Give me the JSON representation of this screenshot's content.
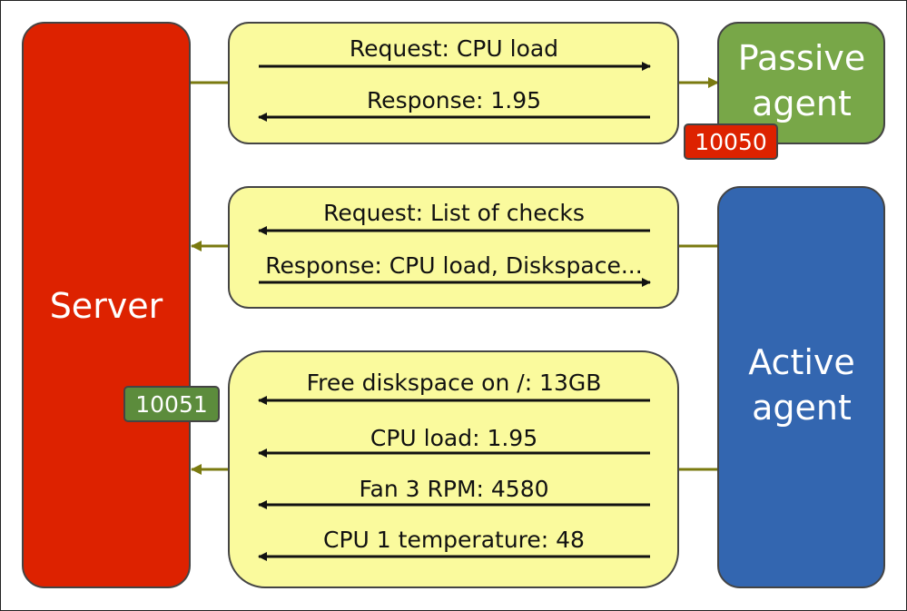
{
  "colors": {
    "server": "#dd2200",
    "passive_agent": "#78a748",
    "active_agent": "#3366b0",
    "message_panel": "#fafa9d",
    "connector": "#7a7a10",
    "outline": "#444444",
    "arrow": "#111111",
    "port_passive_bg": "#dd2200",
    "port_server_bg": "#5c8c3c"
  },
  "nodes": {
    "server": "Server",
    "passive_agent": [
      "Passive",
      "agent"
    ],
    "active_agent": [
      "Active",
      "agent"
    ]
  },
  "ports": {
    "passive_agent": "10050",
    "server": "10051"
  },
  "panels": [
    {
      "id": "passive-exchange",
      "messages": [
        {
          "text": "Request: CPU load",
          "direction": "right"
        },
        {
          "text": "Response: 1.95",
          "direction": "left"
        }
      ]
    },
    {
      "id": "active-checks",
      "messages": [
        {
          "text": "Request: List of checks",
          "direction": "left"
        },
        {
          "text": "Response: CPU load, Diskspace...",
          "direction": "right"
        }
      ]
    },
    {
      "id": "active-data",
      "messages": [
        {
          "text": "Free diskspace on /: 13GB",
          "direction": "left"
        },
        {
          "text": "CPU load: 1.95",
          "direction": "left"
        },
        {
          "text": "Fan 3 RPM: 4580",
          "direction": "left"
        },
        {
          "text": "CPU 1 temperature: 48",
          "direction": "left"
        }
      ]
    }
  ]
}
